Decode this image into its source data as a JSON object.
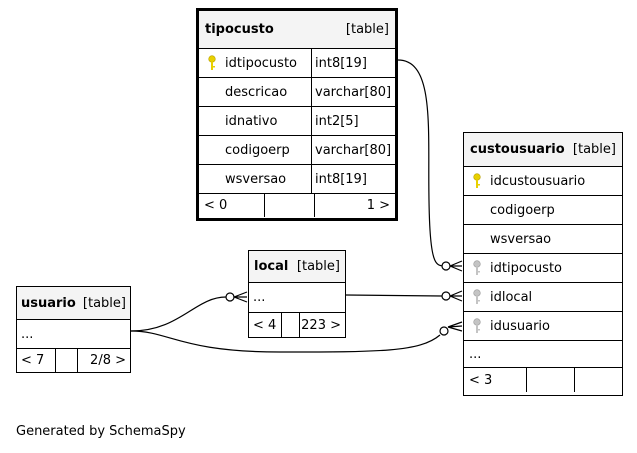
{
  "tables": {
    "tipocusto": {
      "name": "tipocusto",
      "kind": "[table]",
      "columns": [
        {
          "name": "idtipocusto",
          "type": "int8[19]",
          "icon": "primary-key-icon"
        },
        {
          "name": "descricao",
          "type": "varchar[80]",
          "icon": ""
        },
        {
          "name": "idnativo",
          "type": "int2[5]",
          "icon": ""
        },
        {
          "name": "codigoerp",
          "type": "varchar[80]",
          "icon": ""
        },
        {
          "name": "wsversao",
          "type": "int8[19]",
          "icon": ""
        }
      ],
      "footer": {
        "parents": "< 0",
        "children": "1 >"
      }
    },
    "custousuario": {
      "name": "custousuario",
      "kind": "[table]",
      "columns": [
        {
          "name": "idcustousuario",
          "icon": "primary-key-icon"
        },
        {
          "name": "codigoerp",
          "icon": ""
        },
        {
          "name": "wsversao",
          "icon": ""
        },
        {
          "name": "idtipocusto",
          "icon": "foreign-key-icon"
        },
        {
          "name": "idlocal",
          "icon": "foreign-key-icon"
        },
        {
          "name": "idusuario",
          "icon": "foreign-key-icon"
        }
      ],
      "more": "...",
      "footer": {
        "parents": "< 3"
      }
    },
    "local": {
      "name": "local",
      "kind": "[table]",
      "more": "...",
      "footer": {
        "parents": "< 4",
        "children": "223 >"
      }
    },
    "usuario": {
      "name": "usuario",
      "kind": "[table]",
      "more": "...",
      "footer": {
        "parents": "< 7",
        "children": "2/8 >"
      }
    }
  },
  "relationships": [
    {
      "from": "custousuario.idtipocusto",
      "to": "tipocusto.idtipocusto"
    },
    {
      "from": "custousuario.idlocal",
      "to": "local"
    },
    {
      "from": "custousuario.idusuario",
      "to": "usuario"
    },
    {
      "from": "local",
      "to": "usuario"
    }
  ],
  "credit": "Generated by SchemaSpy",
  "colors": {
    "key_primary": "#e8d000",
    "key_foreign": "#b8b8b8",
    "header_bg": "#f4f4f4"
  }
}
